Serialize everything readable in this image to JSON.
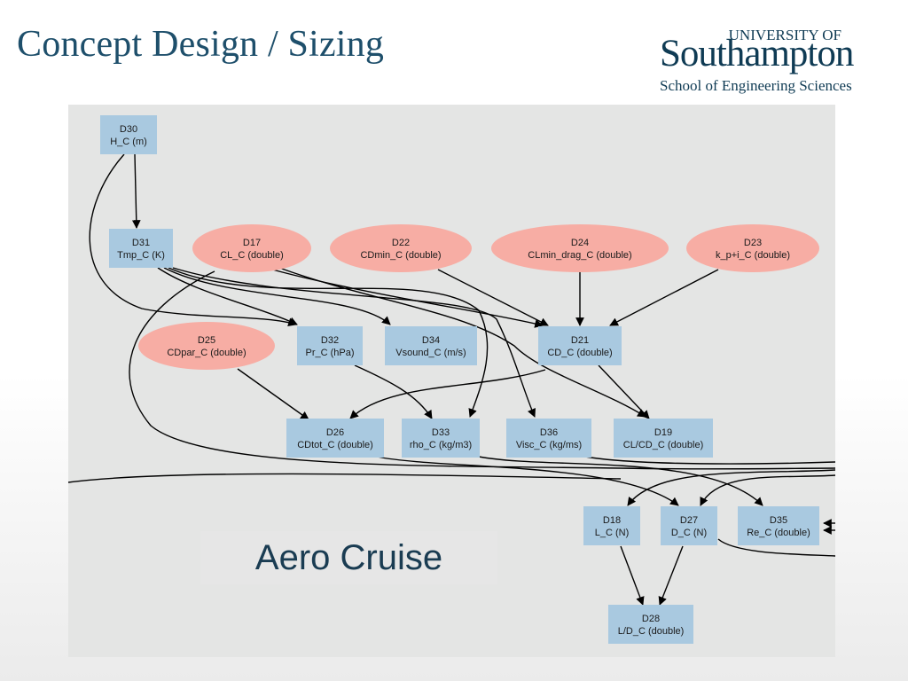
{
  "slide": {
    "title": "Concept Design / Sizing",
    "overlay_label": "Aero Cruise"
  },
  "logo": {
    "university_of": "UNIVERSITY OF",
    "name": "Southampton",
    "school": "School of Engineering Sciences"
  },
  "colors": {
    "title": "#1e4f6b",
    "rect_node": "#a9c9e0",
    "ellipse_node": "#f7ada4",
    "panel": "#e4e5e4"
  },
  "nodes": [
    {
      "id": "D30",
      "label": "H_C (m)",
      "shape": "rect"
    },
    {
      "id": "D31",
      "label": "Tmp_C (K)",
      "shape": "rect"
    },
    {
      "id": "D17",
      "label": "CL_C (double)",
      "shape": "ellipse"
    },
    {
      "id": "D22",
      "label": "CDmin_C (double)",
      "shape": "ellipse"
    },
    {
      "id": "D24",
      "label": "CLmin_drag_C (double)",
      "shape": "ellipse"
    },
    {
      "id": "D23",
      "label": "k_p+i_C (double)",
      "shape": "ellipse"
    },
    {
      "id": "D25",
      "label": "CDpar_C (double)",
      "shape": "ellipse"
    },
    {
      "id": "D32",
      "label": "Pr_C (hPa)",
      "shape": "rect"
    },
    {
      "id": "D34",
      "label": "Vsound_C (m/s)",
      "shape": "rect"
    },
    {
      "id": "D21",
      "label": "CD_C (double)",
      "shape": "rect"
    },
    {
      "id": "D26",
      "label": "CDtot_C (double)",
      "shape": "rect"
    },
    {
      "id": "D33",
      "label": "rho_C (kg/m3)",
      "shape": "rect"
    },
    {
      "id": "D36",
      "label": "Visc_C (kg/ms)",
      "shape": "rect"
    },
    {
      "id": "D19",
      "label": "CL/CD_C (double)",
      "shape": "rect"
    },
    {
      "id": "D18",
      "label": "L_C (N)",
      "shape": "rect"
    },
    {
      "id": "D27",
      "label": "D_C (N)",
      "shape": "rect"
    },
    {
      "id": "D35",
      "label": "Re_C (double)",
      "shape": "rect"
    },
    {
      "id": "D28",
      "label": "L/D_C (double)",
      "shape": "rect"
    }
  ]
}
